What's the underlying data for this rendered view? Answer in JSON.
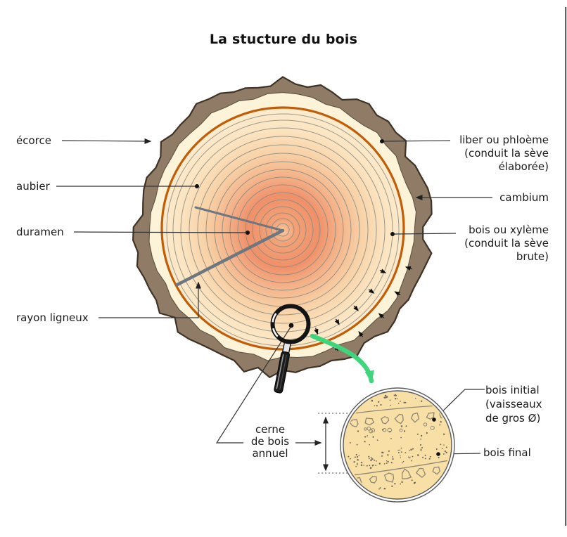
{
  "title": "La stucture du bois",
  "labels": {
    "ecorce": "écorce",
    "aubier": "aubier",
    "duramen": "duramen",
    "rayon_ligneux": "rayon ligneux",
    "liber": {
      "l1": "liber ou phloème",
      "l2": "(conduit la sève",
      "l3": "élaborée)"
    },
    "cambium": "cambium",
    "xyleme": {
      "l1": "bois ou xylème",
      "l2": "(conduit la sève",
      "l3": "brute)"
    },
    "cerne": {
      "l1": "cerne",
      "l2": "de bois",
      "l3": "annuel"
    },
    "bois_initial": {
      "l1": "bois initial",
      "l2": "(vaisseaux",
      "l3": "de gros Ø)"
    },
    "bois_final": "bois final"
  },
  "colors": {
    "bark": "#8f7b66",
    "bark_outline": "#3e3326",
    "phloem_band": "#fdf3d8",
    "phloem_edge": "#5f5344",
    "cambium_ring": "#c25c07",
    "wood_outer": "#fcebcc",
    "heartwood": "#f09069",
    "growth_ring": "#8a8a80",
    "wood_ray": "#6e7680",
    "connector": "#333333",
    "arrow_green": "#3fd57d",
    "detail_fill": "#f8dfa5",
    "detail_line": "#8f8774",
    "detail_dot": "#6f6858",
    "frame_edge": "#1a1a1a"
  }
}
